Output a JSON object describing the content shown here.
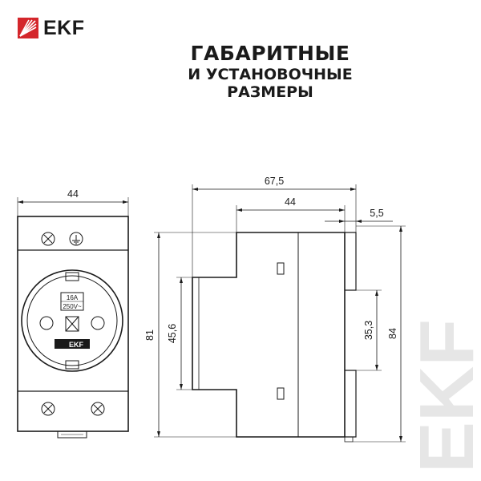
{
  "brand": {
    "name": "EKF",
    "color": "#d4262b"
  },
  "title": {
    "line1": "ГАБАРИТНЫЕ",
    "line2": "И УСТАНОВОЧНЫЕ",
    "line3": "РАЗМЕРЫ"
  },
  "front_view": {
    "width_dim": "44",
    "rating_current": "16A",
    "rating_voltage": "250V~",
    "socket_logo": "EKF"
  },
  "side_view": {
    "overall_width_dim": "67,5",
    "body_width_dim": "44",
    "rail_offset_dim": "5,5",
    "outer_height_dim": "81",
    "total_height_dim": "84",
    "front_height_dim": "45,6",
    "rail_height_dim": "35,3"
  },
  "watermark": "EKF"
}
